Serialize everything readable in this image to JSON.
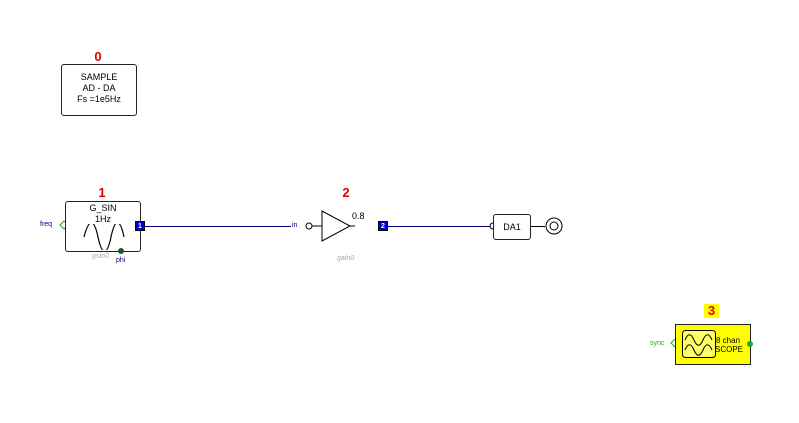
{
  "blocks": {
    "sample": {
      "number": "0",
      "line1": "SAMPLE",
      "line2": "AD - DA",
      "line3": "Fs =1e5Hz"
    },
    "gsin": {
      "number": "1",
      "line1": "G_SIN",
      "line2": "1Hz",
      "in_pin": "freq",
      "out_port": "1",
      "phase_pin": "phi",
      "instance": "gsin0"
    },
    "gain": {
      "number": "2",
      "value": "0.8",
      "in_pin": "in",
      "out_port": "2",
      "instance": "gain0"
    },
    "da": {
      "label": "DA1"
    },
    "scope": {
      "number": "3",
      "line1": "8 chan",
      "line2": "SCOPE",
      "sync_pin": "sync"
    }
  },
  "colors": {
    "block_number": "#e00000",
    "wire": "#00007a",
    "port": "#0000cc",
    "scope_fill": "#ffff00",
    "input_pin": "#22aa22"
  }
}
